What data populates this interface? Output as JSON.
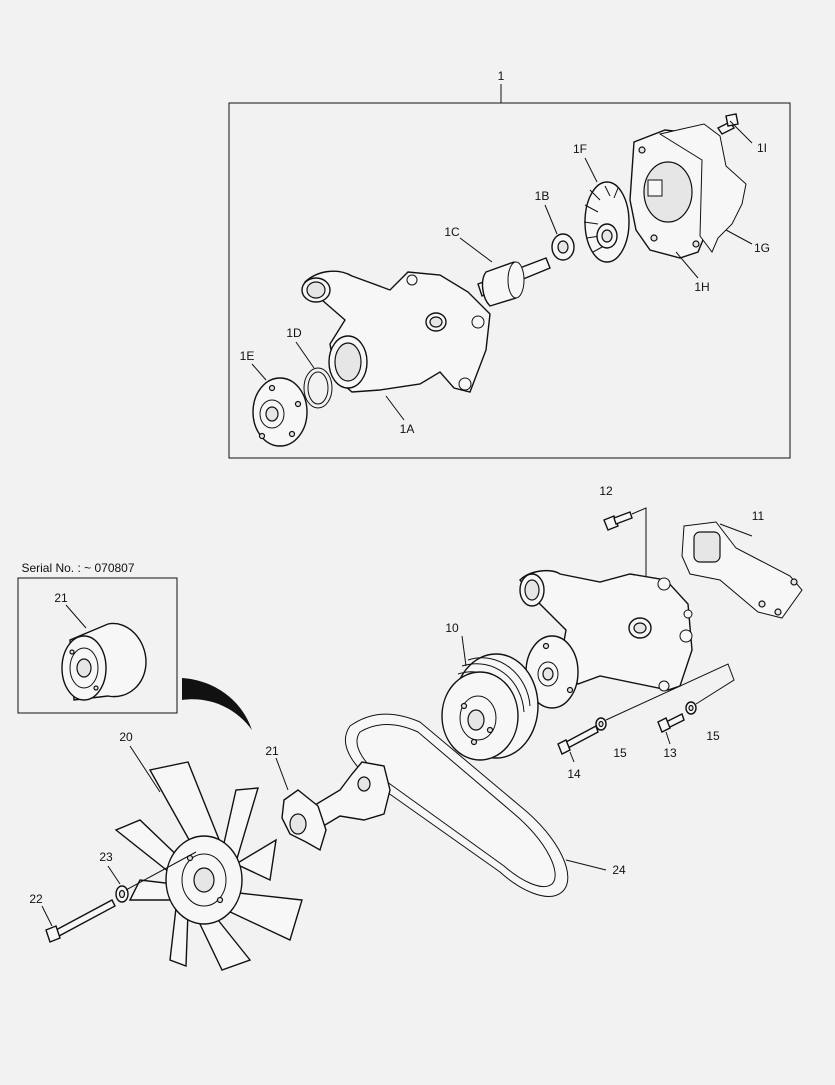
{
  "diagram": {
    "inset_caption": "Serial No. : ~ 070807",
    "callouts": {
      "c1": "1",
      "c1A": "1A",
      "c1B": "1B",
      "c1C": "1C",
      "c1D": "1D",
      "c1E": "1E",
      "c1F": "1F",
      "c1G": "1G",
      "c1H": "1H",
      "c1I": "1I",
      "c10": "10",
      "c11": "11",
      "c12": "12",
      "c13": "13",
      "c14": "14",
      "c15a": "15",
      "c15b": "15",
      "c20": "20",
      "c21a": "21",
      "c21b": "21",
      "c22": "22",
      "c23": "23",
      "c24": "24"
    }
  }
}
